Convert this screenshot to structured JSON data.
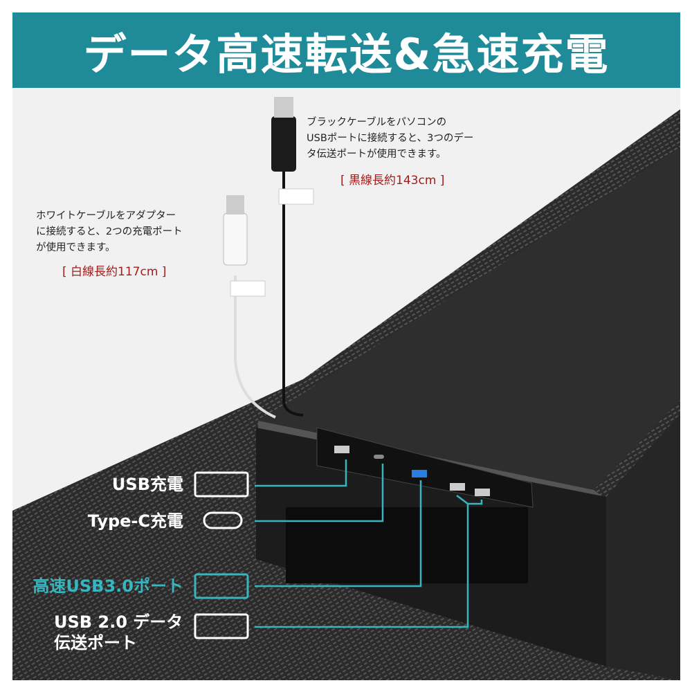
{
  "header": {
    "title": "データ高速転送&急速充電"
  },
  "black_cable": {
    "note": [
      "ブラックケーブルをパソコンの",
      "USBポートに接続すると、3つのデー",
      "タ伝送ポートが使用できます。"
    ],
    "length": "[ 黒線長約143cm ]"
  },
  "white_cable": {
    "note": [
      "ホワイトケーブルをアダプター",
      "に接続すると、2つの充電ポート",
      "が使用できます。"
    ],
    "length": "[ 白線長約117cm ]"
  },
  "ports": [
    {
      "label": "USB充電",
      "icon": "usb-a-port-icon"
    },
    {
      "label": "Type-C充電",
      "icon": "usb-c-port-icon"
    },
    {
      "label": "高速USB3.0ポート",
      "icon": "usb-a-port-icon"
    },
    {
      "label_lines": [
        "USB 2.0 データ",
        "伝送ポート"
      ],
      "icon": "usb-a-port-icon"
    }
  ],
  "colors": {
    "header": "#1f8b98",
    "accent": "#37b6c0",
    "length_text": "#a31c1c",
    "usb3_blue": "#2a7de1"
  }
}
